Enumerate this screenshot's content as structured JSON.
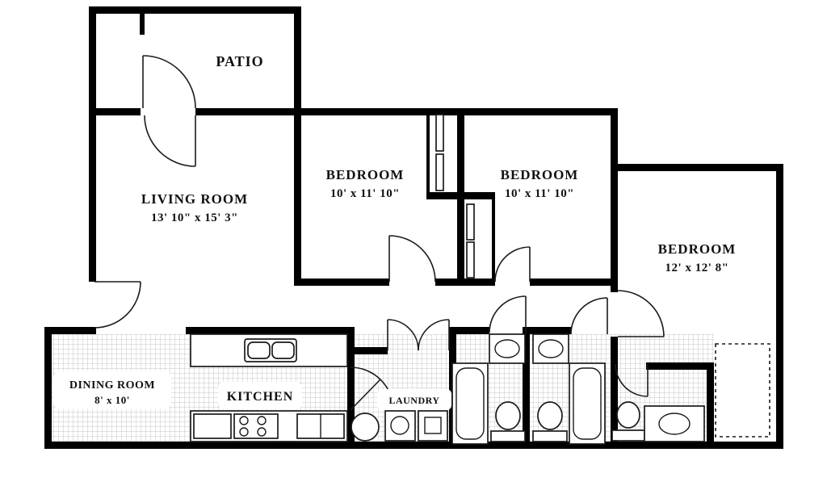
{
  "plan": {
    "patio": {
      "label": "PATIO"
    },
    "living_room": {
      "label": "LIVING ROOM",
      "dimensions": "13' 10\" x 15' 3\""
    },
    "bedroom_1": {
      "label": "BEDROOM",
      "dimensions": "10' x 11' 10\""
    },
    "bedroom_2": {
      "label": "BEDROOM",
      "dimensions": "10' x 11' 10\""
    },
    "bedroom_3": {
      "label": "BEDROOM",
      "dimensions": "12' x 12' 8\""
    },
    "dining_room": {
      "label": "DINING ROOM",
      "dimensions": "8' x 10'"
    },
    "kitchen": {
      "label": "KITCHEN"
    },
    "laundry": {
      "label": "LAUNDRY"
    }
  },
  "colors": {
    "wall": "#000000",
    "floor": "#ffffff",
    "tile_line": "#c4c4c4",
    "text": "#111111"
  }
}
